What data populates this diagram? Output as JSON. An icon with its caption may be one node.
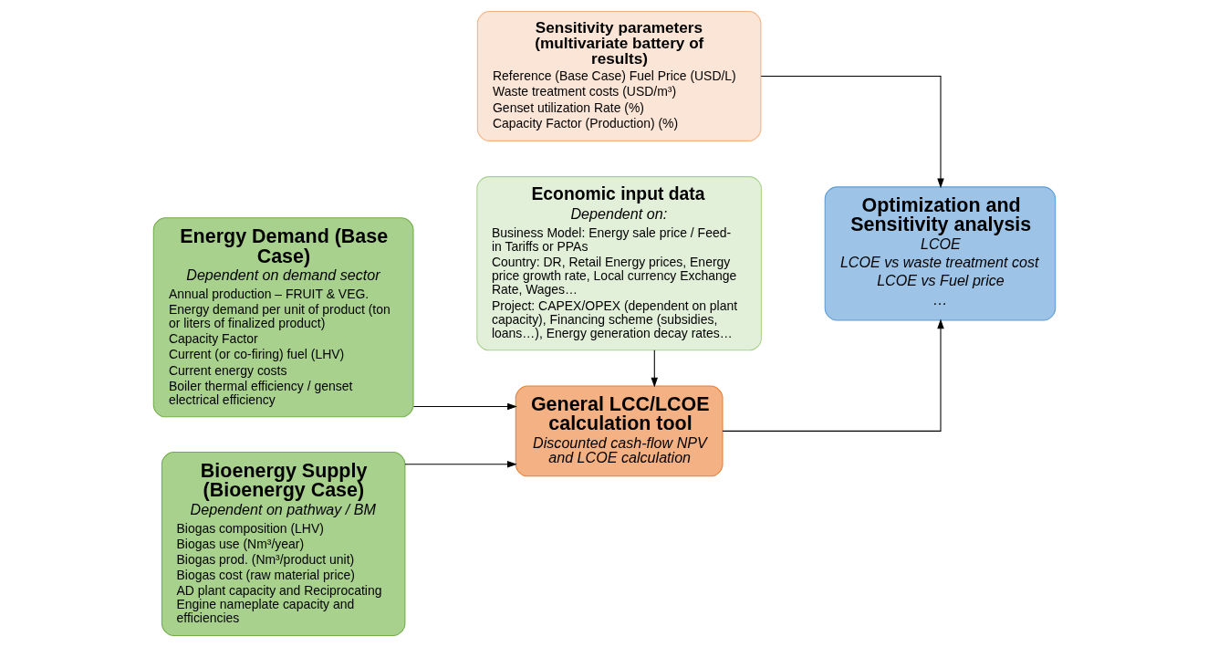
{
  "diagram": {
    "nodes": [
      {
        "text": [
          "Energy Demand (Base Case)",
          "Dependent on demand sector",
          "Annual production – FRUIT & VEG.",
          "Energy demand per unit of product (ton or liters of finalized product)",
          "Capacity Factor",
          "Current (or co-firing) fuel (LHV)",
          "Current energy costs",
          "Boiler thermal efficiency / genset electrical efficiency"
        ]
      },
      {
        "text": [
          "Bioenergy Supply (Bioenergy Case)",
          "Dependent on pathway / BM",
          "Biogas composition (LHV)",
          "Biogas use (Nm³/year)",
          "Biogas prod. (Nm³/product unit)",
          "Biogas cost (raw material price)",
          "AD plant capacity and Reciprocating Engine nameplate capacity and efficiencies"
        ]
      },
      {
        "text": [
          "Sensitivity parameters (multivariate battery of results)",
          "Reference (Base Case) Fuel Price (USD/L)",
          "Waste treatment costs (USD/m³)",
          "Genset utilization Rate (%)",
          "Capacity Factor (Production) (%)"
        ]
      },
      {
        "text": [
          "General LCC/LCOE calculation tool",
          "Discounted cash-flow NPV and LCOE calculation"
        ]
      },
      {
        "text": [
          "Optimization and Sensitivity analysis",
          "LCOE",
          "LCOE vs waste treatment cost",
          "LCOE vs Fuel price",
          "…"
        ]
      },
      {
        "text": [
          "Economic input data",
          "Dependent on:",
          "Business Model: Energy sale price / Feed-in Tariffs or PPAs",
          "Country: DR, Retail Energy prices, Energy price growth rate, Local currency Exchange Rate, Wages…",
          "Project: CAPEX/OPEX (dependent on plant capacity), Financing scheme (subsidies, loans…), Energy generation decay rates…"
        ]
      }
    ],
    "edges": [
      {
        "from": 0,
        "to": 3,
        "arrow": "to"
      },
      {
        "from": 1,
        "to": 3,
        "arrow": "to"
      },
      {
        "from": 5,
        "to": 3,
        "arrow": "to"
      },
      {
        "from": 3,
        "to": 4,
        "arrow": "to"
      },
      {
        "from": 2,
        "to": 4,
        "arrow": "to"
      }
    ]
  }
}
